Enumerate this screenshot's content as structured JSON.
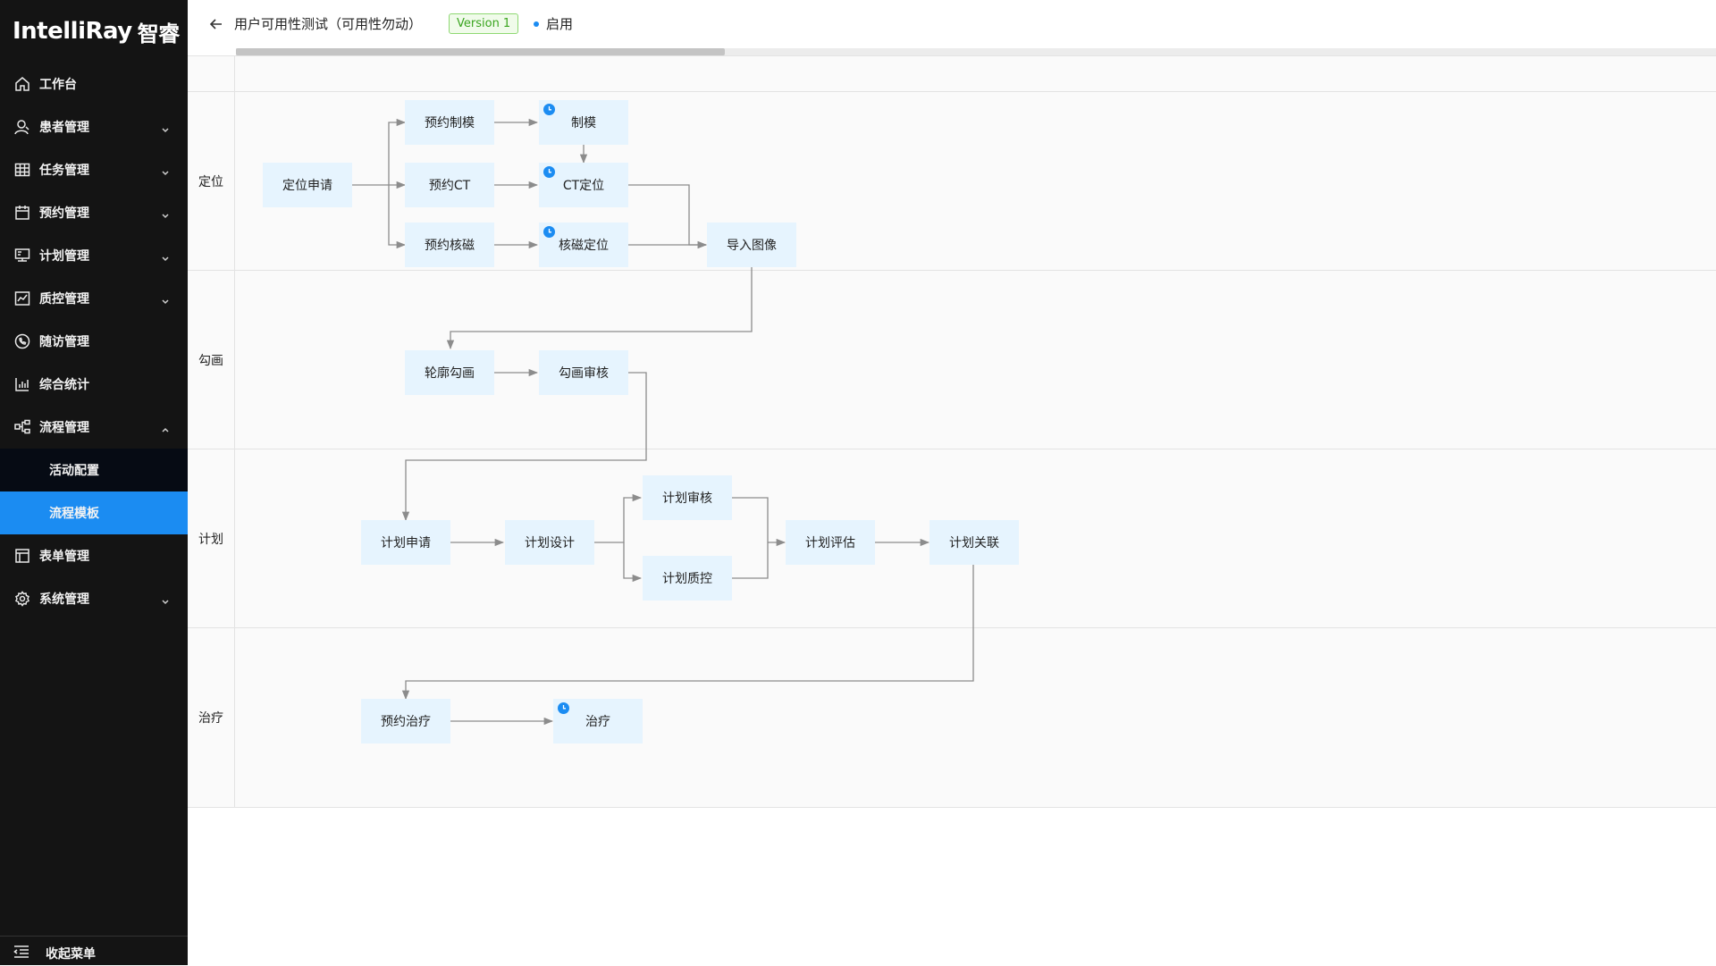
{
  "brand": {
    "logo_text": "IntelliRay",
    "logo_cn": "智睿"
  },
  "sidebar": {
    "items": [
      {
        "label": "工作台",
        "icon": "home-icon",
        "expandable": false
      },
      {
        "label": "患者管理",
        "icon": "patient-icon",
        "expandable": true
      },
      {
        "label": "任务管理",
        "icon": "table-icon",
        "expandable": true
      },
      {
        "label": "预约管理",
        "icon": "calendar-icon",
        "expandable": true
      },
      {
        "label": "计划管理",
        "icon": "plan-icon",
        "expandable": true
      },
      {
        "label": "质控管理",
        "icon": "chart-line-icon",
        "expandable": true
      },
      {
        "label": "随访管理",
        "icon": "phone-icon",
        "expandable": false
      },
      {
        "label": "综合统计",
        "icon": "bar-chart-icon",
        "expandable": false
      },
      {
        "label": "流程管理",
        "icon": "flow-icon",
        "expandable": true,
        "expanded": true
      },
      {
        "label": "表单管理",
        "icon": "form-icon",
        "expandable": false
      },
      {
        "label": "系统管理",
        "icon": "gear-icon",
        "expandable": true
      }
    ],
    "sub_items": [
      {
        "label": "活动配置",
        "active": false
      },
      {
        "label": "流程模板",
        "active": true
      }
    ],
    "collapse_label": "收起菜单"
  },
  "header": {
    "title": "用户可用性测试（可用性勿动）",
    "version": "Version 1",
    "status": "启用"
  },
  "lanes": [
    {
      "label": "定位"
    },
    {
      "label": "勾画"
    },
    {
      "label": "计划"
    },
    {
      "label": "治疗"
    }
  ],
  "nodes": {
    "loc_apply": "定位申请",
    "book_mold": "预约制模",
    "mold": "制模",
    "book_ct": "预约CT",
    "ct_loc": "CT定位",
    "book_mri": "预约核磁",
    "mri_loc": "核磁定位",
    "import_img": "导入图像",
    "contour": "轮廓勾画",
    "contour_review": "勾画审核",
    "plan_apply": "计划申请",
    "plan_design": "计划设计",
    "plan_review": "计划审核",
    "plan_qc": "计划质控",
    "plan_eval": "计划评估",
    "plan_link": "计划关联",
    "book_treat": "预约治疗",
    "treat": "治疗"
  },
  "colors": {
    "sidebar_bg": "#141414",
    "active_item": "#1b8cf2",
    "node_bg": "#e6f4fe",
    "edge": "#8c8c8c",
    "badge_green": "#3aa51f"
  }
}
